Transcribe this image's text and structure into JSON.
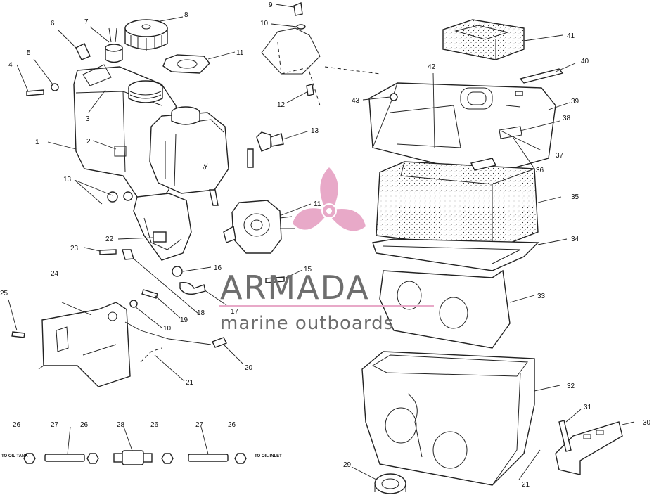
{
  "diagram": {
    "callouts": [
      "1",
      "2",
      "3",
      "4",
      "5",
      "6",
      "7",
      "8",
      "9",
      "10",
      "11",
      "12",
      "13",
      "15",
      "16",
      "17",
      "18",
      "19",
      "20",
      "21",
      "22",
      "23",
      "24",
      "25",
      "26",
      "27",
      "28",
      "29",
      "30",
      "31",
      "32",
      "33",
      "34",
      "35",
      "36",
      "37",
      "38",
      "39",
      "40",
      "41",
      "42",
      "43"
    ],
    "note_labels": {
      "to_oil_tank": "TO OIL TANK",
      "to_oil_inlet": "TO OIL INLET"
    }
  },
  "watermark": {
    "title": "ARMADA",
    "subtitle": "marine outboards",
    "accent_color": "#e8a9c8",
    "text_color": "#6e6e6e",
    "icon": "propeller-icon"
  }
}
